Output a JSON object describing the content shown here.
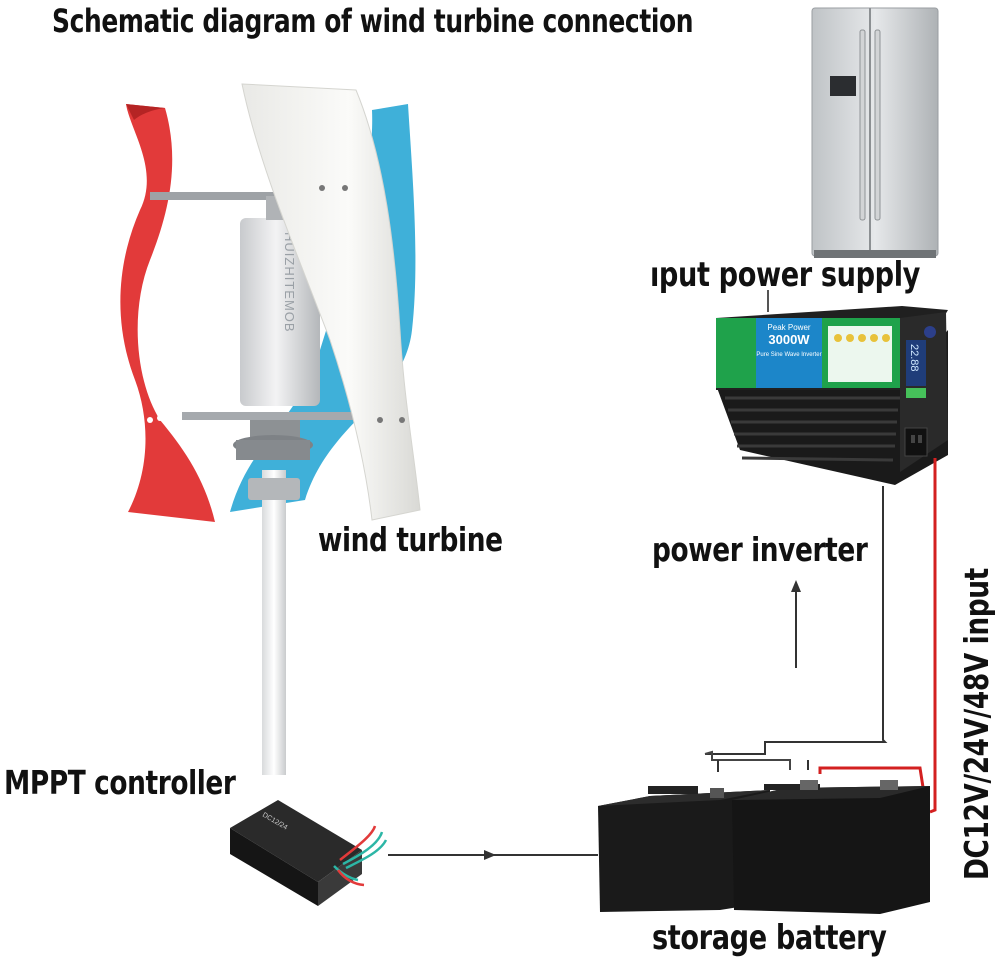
{
  "title": "Schematic diagram of wind turbine connection",
  "labels": {
    "wind_turbine": "wind turbine",
    "output_power_supply": "ıput power supply",
    "power_inverter": "power inverter",
    "mppt_controller": "MPPT controller",
    "storage_battery": "storage battery",
    "dc_input": "DC12V/24V/48V input"
  },
  "inverter_panel": {
    "peak_power": "Peak Power",
    "wattage": "3000W",
    "wave": "Pure Sine Wave Inverter",
    "display": "22.88"
  },
  "turbine_mast_text": "HUIZHITEMOB",
  "controller_text": "DC12/24",
  "colors": {
    "red_blade": "#e23a3a",
    "white_blade": "#f4f4f2",
    "blue_blade": "#3fb0d9",
    "inverter_green": "#1fa24b",
    "inverter_blue": "#1c86c9",
    "battery": "#1c1c1c",
    "red_wire": "#d32020"
  }
}
